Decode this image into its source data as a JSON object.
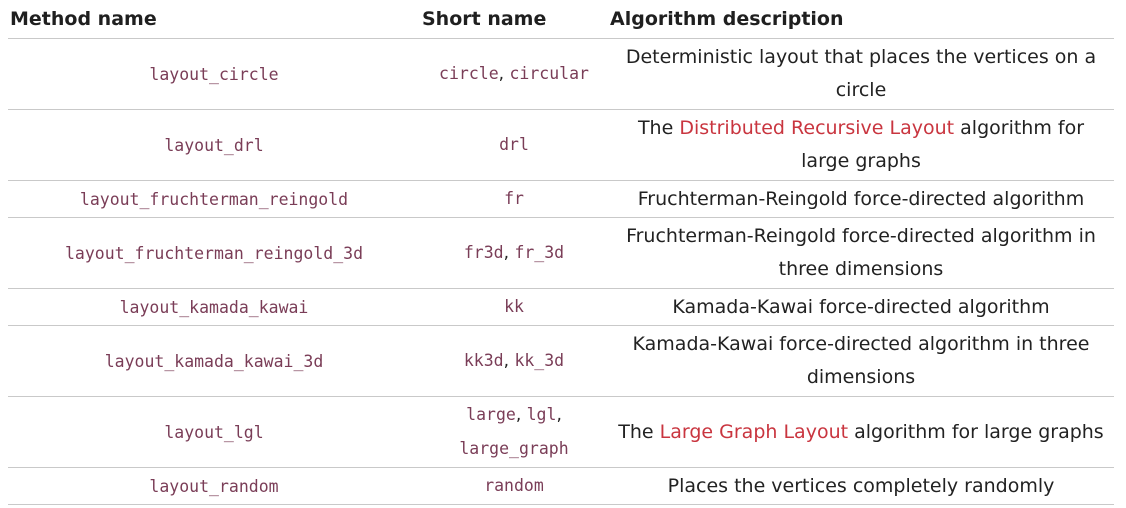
{
  "header": {
    "col_method": "Method name",
    "col_short": "Short name",
    "col_desc": "Algorithm description"
  },
  "rows": [
    {
      "method": "layout_circle",
      "short": [
        "circle",
        "circular"
      ],
      "desc_pre": "Deterministic layout that places the vertices on a circle",
      "desc_link": "",
      "desc_post": ""
    },
    {
      "method": "layout_drl",
      "short": [
        "drl"
      ],
      "desc_pre": "The ",
      "desc_link": "Distributed Recursive Layout",
      "desc_post": " algorithm for large graphs"
    },
    {
      "method": "layout_fruchterman_reingold",
      "short": [
        "fr"
      ],
      "desc_pre": "Fruchterman-Reingold force-directed algorithm",
      "desc_link": "",
      "desc_post": ""
    },
    {
      "method": "layout_fruchterman_reingold_3d",
      "short": [
        "fr3d",
        "fr_3d"
      ],
      "desc_pre": "Fruchterman-Reingold force-directed algorithm in three dimensions",
      "desc_link": "",
      "desc_post": ""
    },
    {
      "method": "layout_kamada_kawai",
      "short": [
        "kk"
      ],
      "desc_pre": "Kamada-Kawai force-directed algorithm",
      "desc_link": "",
      "desc_post": ""
    },
    {
      "method": "layout_kamada_kawai_3d",
      "short": [
        "kk3d",
        "kk_3d"
      ],
      "desc_pre": "Kamada-Kawai force-directed algorithm in three dimensions",
      "desc_link": "",
      "desc_post": ""
    },
    {
      "method": "layout_lgl",
      "short": [
        "large",
        "lgl",
        "large_graph"
      ],
      "desc_pre": "The ",
      "desc_link": "Large Graph Layout",
      "desc_post": " algorithm for large graphs"
    },
    {
      "method": "layout_random",
      "short": [
        "random"
      ],
      "desc_pre": "Places the vertices completely randomly",
      "desc_link": "",
      "desc_post": ""
    }
  ],
  "separator": ", ",
  "colors": {
    "code": "#7a3d57",
    "link": "#c9353f",
    "rule": "#c9c9c9"
  }
}
